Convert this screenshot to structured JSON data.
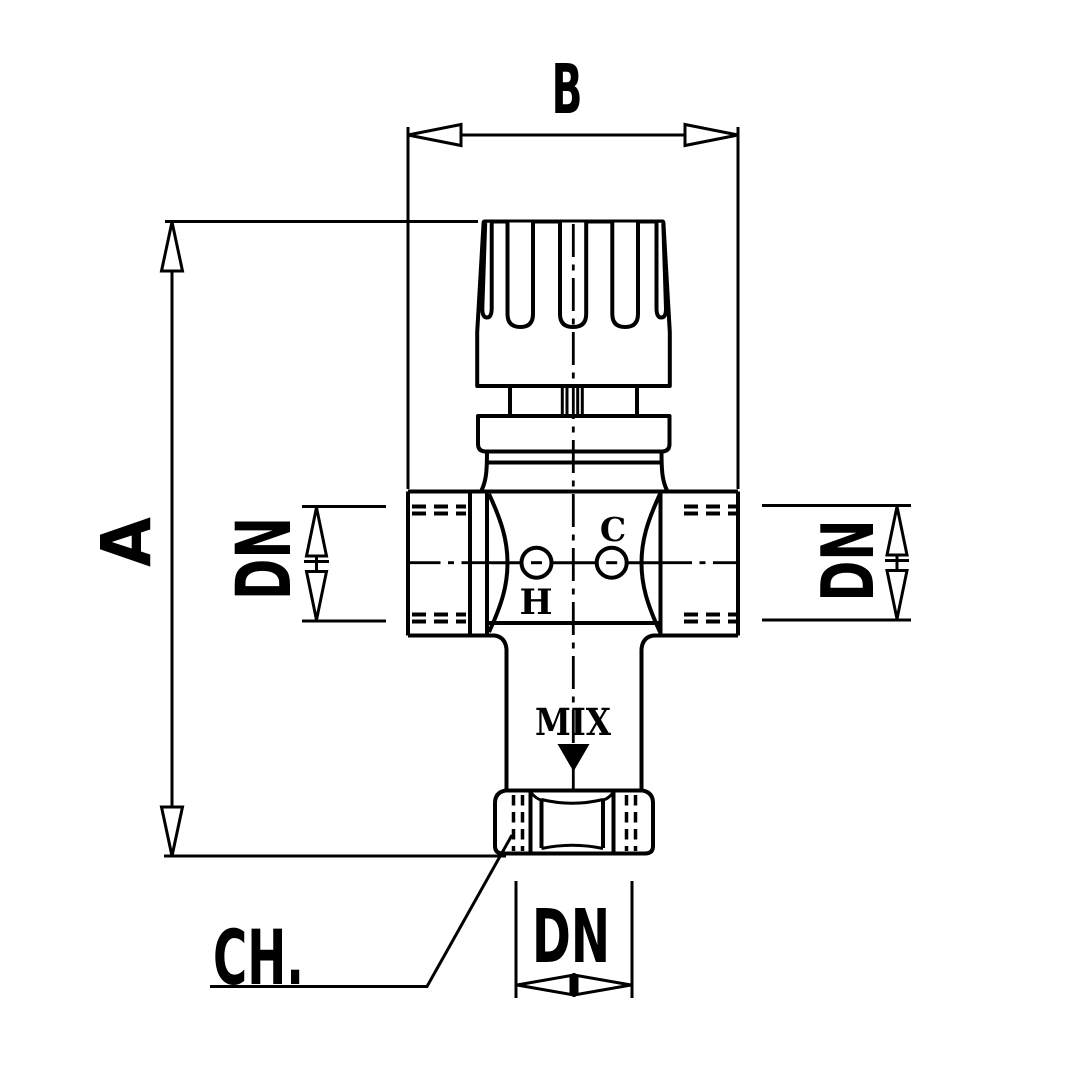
{
  "colors": {
    "line": "#000000",
    "background": "#ffffff"
  },
  "drawing": {
    "type": "technical dimension drawing",
    "subject": "thermostatic mixing valve, front elevation",
    "labels": {
      "dim_a": "A",
      "dim_b": "B",
      "dn_left": "DN",
      "dn_right": "DN",
      "dn_bottom": "DN",
      "ch": "CH.",
      "mix": "MIX",
      "hot": "H",
      "cold": "C"
    }
  }
}
